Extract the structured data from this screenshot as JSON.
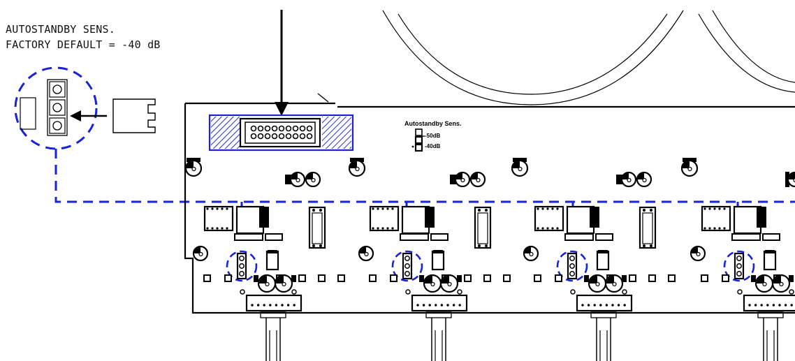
{
  "annotation": {
    "line1": "AUTOSTANDBY SENS.",
    "line2": "FACTORY DEFAULT = -40 dB"
  },
  "pcb_label": {
    "title": "Autostandby Sens.",
    "option_high": "-50dB",
    "option_low": "-40dB"
  },
  "colors": {
    "highlight": "#1a24d6",
    "hatch": "#2a2fd0",
    "ink": "#000000"
  },
  "icons": {
    "pointer": "down-arrow-icon",
    "jumper": "jumper-header-icon"
  }
}
